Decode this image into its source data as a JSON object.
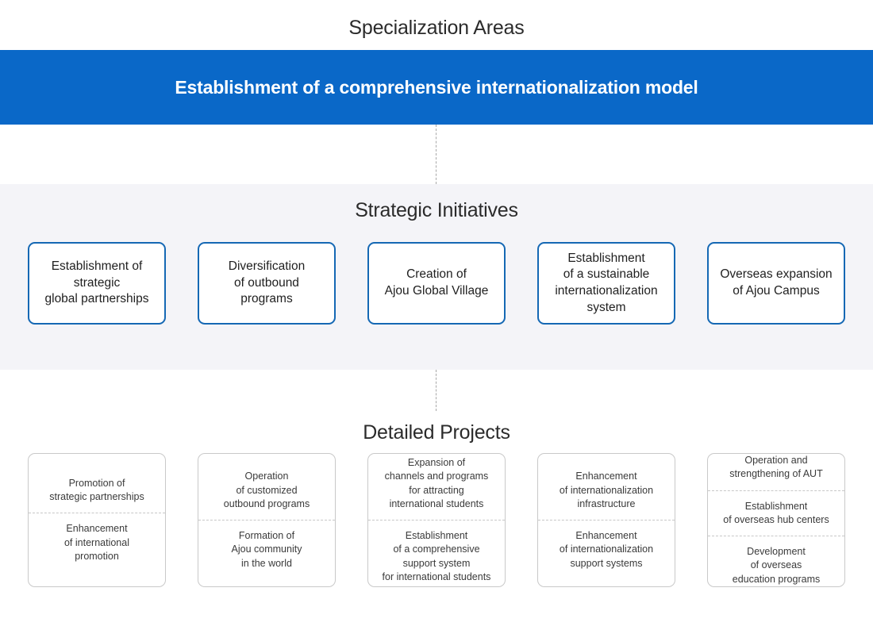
{
  "headings": {
    "specialization": "Specialization Areas",
    "strategic": "Strategic Initiatives",
    "detailed": "Detailed Projects"
  },
  "banner": {
    "text": "Establishment of a comprehensive internationalization model",
    "background_color": "#0a68c8",
    "text_color": "#ffffff"
  },
  "colors": {
    "banner_blue": "#0a68c8",
    "strategic_box_border": "#1568b4",
    "band_background": "#f4f4f8",
    "detailed_box_border": "#c9c9c9",
    "dashed_connector": "#a8a8a8",
    "heading_text": "#2b2b2b",
    "body_text": "#3a3a3a"
  },
  "strategic_initiatives": [
    {
      "label": "Establishment of\nstrategic\nglobal partnerships"
    },
    {
      "label": "Diversification\nof outbound\nprograms"
    },
    {
      "label": "Creation of\nAjou Global Village"
    },
    {
      "label": "Establishment\nof a sustainable\ninternationalization\nsystem"
    },
    {
      "label": "Overseas expansion\nof Ajou Campus"
    }
  ],
  "detailed_projects": [
    {
      "items": [
        "Promotion of\nstrategic partnerships",
        "Enhancement\nof international\npromotion"
      ]
    },
    {
      "items": [
        "Operation\nof customized\noutbound programs",
        "Formation of\nAjou community\nin the world"
      ]
    },
    {
      "items": [
        "Expansion of\nchannels and programs\nfor attracting\ninternational students",
        "Establishment\nof a comprehensive\nsupport system\nfor international students"
      ]
    },
    {
      "items": [
        "Enhancement\nof internationalization\ninfrastructure",
        "Enhancement\nof internationalization\nsupport systems"
      ]
    },
    {
      "items": [
        "Operation and\nstrengthening of AUT",
        "Establishment\nof overseas hub centers",
        "Development\nof overseas\neducation programs"
      ]
    }
  ]
}
